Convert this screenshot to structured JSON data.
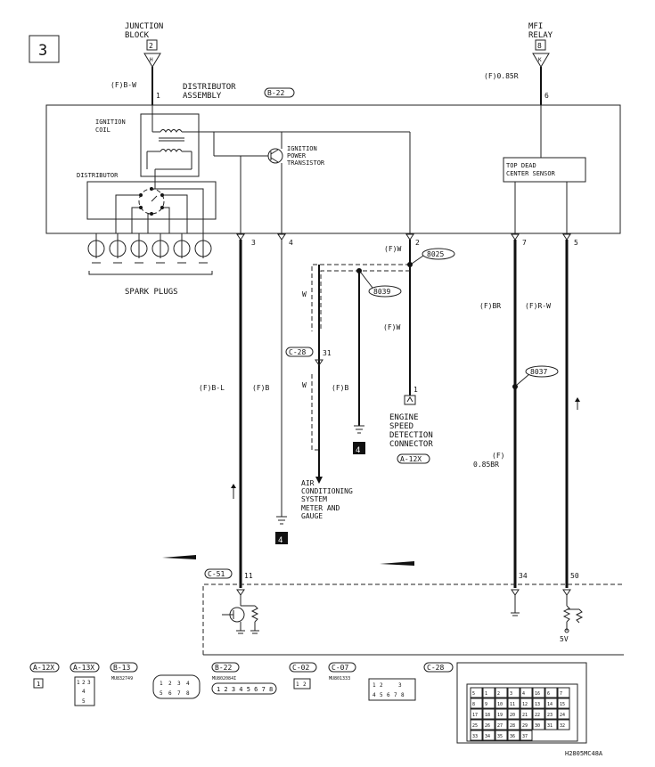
{
  "page_number": "3",
  "junction_block": {
    "label_line1": "JUNCTION",
    "label_line2": "BLOCK",
    "pin": "2",
    "connector_letter": "H",
    "wire": "(F)B-W",
    "terminal": "1"
  },
  "mfi_relay": {
    "label_line1": "MFI",
    "label_line2": "RELAY",
    "pin": "8",
    "connector_letter": "K",
    "wire": "(F)0.85R",
    "terminal": "6"
  },
  "distributor_assembly": {
    "label_line1": "DISTRIBUTOR",
    "label_line2": "ASSEMBLY",
    "connector": "B-22"
  },
  "ignition_coil": {
    "line1": "IGNITION",
    "line2": "COIL"
  },
  "distributor": {
    "label": "DISTRIBUTOR"
  },
  "ignition_power_transistor": {
    "line1": "IGNITION",
    "line2": "POWER",
    "line3": "TRANSISTOR"
  },
  "tdc_sensor": {
    "line1": "TOP DEAD",
    "line2": "CENTER SENSOR"
  },
  "spark_plugs": {
    "label": "SPARK PLUGS"
  },
  "terminals": {
    "t3": "3",
    "t4": "4",
    "t2": "2",
    "t7": "7",
    "t5": "5",
    "t31": "31",
    "t11": "11",
    "t34": "34",
    "t50": "50",
    "t1": "1"
  },
  "splices": {
    "s8025": "8025",
    "s8039": "8039",
    "s8037": "8037"
  },
  "wires": {
    "fw_top": "(F)W",
    "fw_mid": "(F)W",
    "w_left": "W",
    "w_lower": "W",
    "fb_mid": "(F)B",
    "fbl": "(F)B-L",
    "fb_left": "(F)B",
    "fbr": "(F)BR",
    "frw": "(F)R-W",
    "f085br_1": "(F)",
    "f085br_2": "0.85BR"
  },
  "connector_c28": "C-28",
  "connector_c51": "C-51",
  "connector_a12x_main": "A-12X",
  "engine_speed_connector": {
    "line1": "ENGINE",
    "line2": "SPEED",
    "line3": "DETECTION",
    "line4": "CONNECTOR"
  },
  "ground_ref": "4",
  "ground_ref_2": "4",
  "ac_system": {
    "line1": "AIR",
    "line2": "CONDITIONING",
    "line3": "SYSTEM"
  },
  "meter_gauge": {
    "line1": "METER AND",
    "line2": "GAUGE"
  },
  "ecu_voltage": "5V",
  "connector_legend": [
    {
      "id": "A-12X",
      "pins": "1"
    },
    {
      "id": "A-13X",
      "pins": "1 2 3 / 4 / 5"
    },
    {
      "id": "B-13",
      "part": "MU832749"
    },
    {
      "id": "B-22",
      "part": "MU802084I",
      "pins": "1 2 3 4 5 6 7 8"
    },
    {
      "id": "C-02",
      "pins": "1 2"
    },
    {
      "id": "C-07",
      "part": "MU801333",
      "pins": "1 2 3 4 5 6 7 8"
    },
    {
      "id": "C-28"
    }
  ],
  "legend_pin_labels": {
    "a13x_1": "1",
    "a13x_2": "2",
    "a13x_3": "3",
    "a13x_4": "4",
    "a13x_5": "5",
    "b13_1": "1",
    "b13_2": "2",
    "b13_3": "3",
    "b13_4": "4",
    "b13_5": "5",
    "b13_6": "6",
    "b13_7": "7",
    "b13_8": "8",
    "c02_1": "1",
    "c02_2": "2",
    "c07_1": "1",
    "c07_2": "2",
    "c07_3": "3",
    "c07_4": "4",
    "c07_5": "5",
    "c07_6": "6",
    "c07_7": "7",
    "c07_8": "8"
  },
  "c28_pins": [
    "5",
    "1",
    "2",
    "3",
    "4",
    "16",
    "6",
    "7",
    "8",
    "9",
    "10",
    "11",
    "12",
    "13",
    "14",
    "15",
    "17",
    "18",
    "19",
    "20",
    "21",
    "22",
    "23",
    "24",
    "25",
    "26",
    "27",
    "28",
    "29",
    "30",
    "31",
    "32",
    "33",
    "34",
    "35",
    "36",
    "37"
  ],
  "drawing_code": "H2805MC48A"
}
